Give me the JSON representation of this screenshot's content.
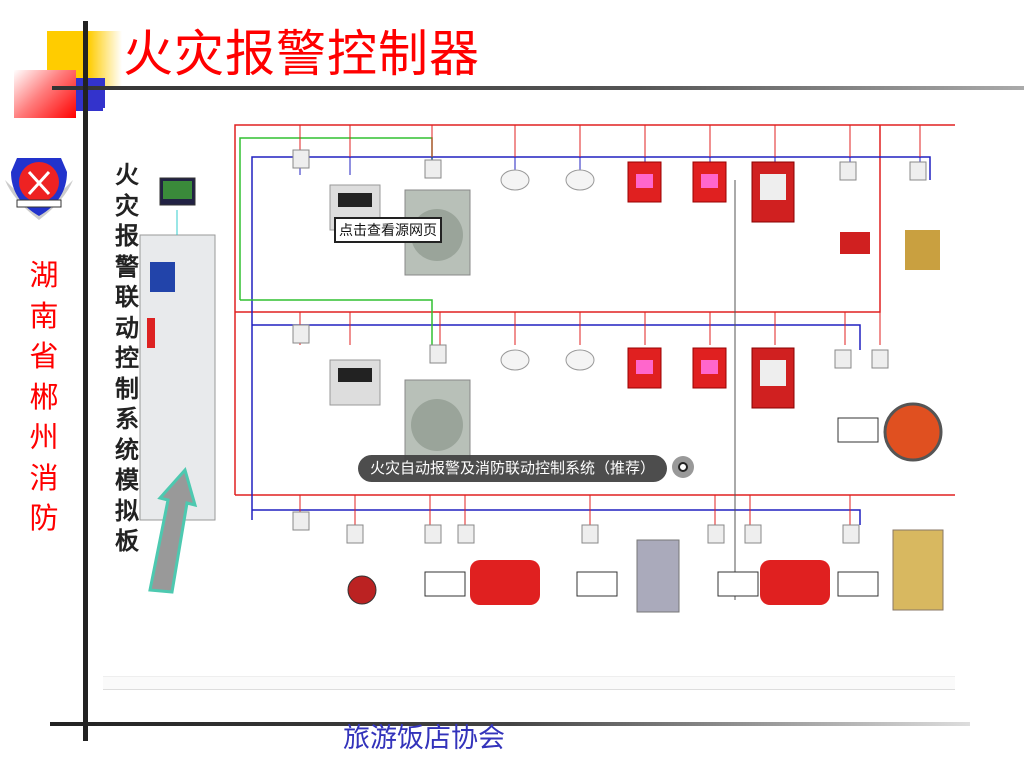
{
  "slide": {
    "title": "火灾报警控制器",
    "side_text": "湖南省郴州消防",
    "footer": "旅游饭店协会"
  },
  "diagram": {
    "vertical_title": "火灾报警联动控制系统模拟板",
    "caption": "火灾自动报警及消防联动控制系统（推荐）",
    "link_label": "点击查看源网页",
    "colors": {
      "power_line": "#e02020",
      "signal_line": "#2020c0",
      "broadcast_line": "#30c030",
      "title": "#ff0000",
      "footer": "#3333bb"
    }
  },
  "icons": [
    "fire-service-emblem-icon",
    "play-icon",
    "arrow-up-icon"
  ]
}
